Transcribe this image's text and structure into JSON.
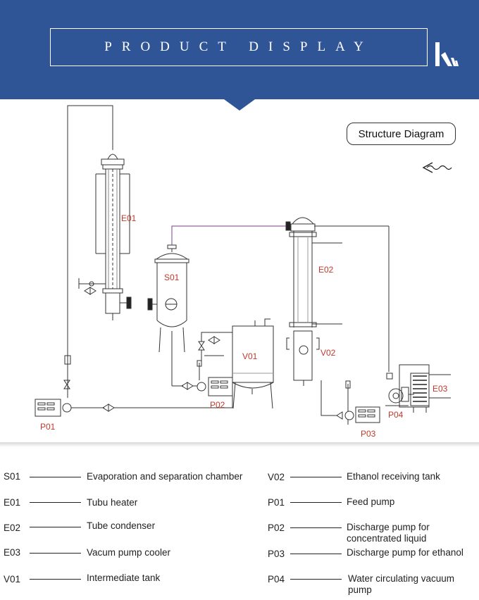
{
  "header": {
    "title": "PRODUCT DISPLAY",
    "bg_color": "#2f5597"
  },
  "diagram": {
    "title": "Structure Diagram",
    "labels": {
      "E01": "E01",
      "S01": "S01",
      "E02": "E02",
      "V01": "V01",
      "V02": "V02",
      "E03": "E03",
      "P01": "P01",
      "P02": "P02",
      "P03": "P03",
      "P04": "P04"
    }
  },
  "legend": {
    "left": [
      {
        "code": "S01",
        "desc": "Evaporation and separation chamber"
      },
      {
        "code": "E01",
        "desc": "Tubu heater"
      },
      {
        "code": "E02",
        "desc": "Tube condenser"
      },
      {
        "code": "E03",
        "desc": "Vacum pump cooler"
      },
      {
        "code": "V01",
        "desc": "Intermediate tank"
      }
    ],
    "right": [
      {
        "code": "V02",
        "desc": "Ethanol receiving tank"
      },
      {
        "code": "P01",
        "desc": "Feed pump"
      },
      {
        "code": "P02",
        "desc": "Discharge pump for concentrated liquid"
      },
      {
        "code": "P03",
        "desc": "Discharge pump for ethanol"
      },
      {
        "code": "P04",
        "desc": "Water circulating vacuum pump"
      }
    ]
  }
}
